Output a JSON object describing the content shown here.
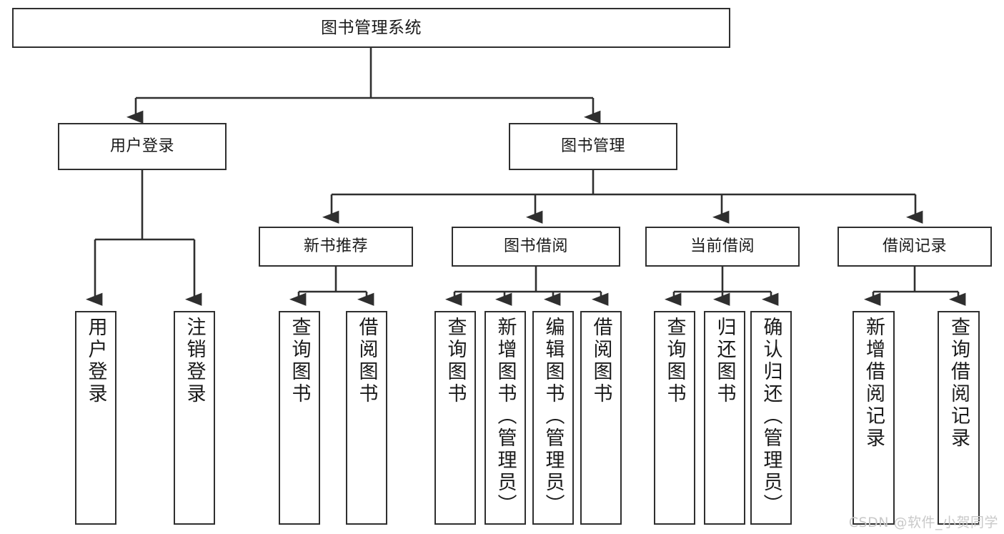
{
  "diagram": {
    "type": "tree",
    "title": "图书管理系统",
    "watermark": "CSDN @软件_小贺同学",
    "colors": {
      "stroke": "#2f2f2f",
      "box_fill": "#ffffff",
      "text": "#1a1a1a",
      "watermark": "#c9c9c9",
      "background": "#ffffff"
    },
    "nodes": {
      "root": {
        "label": "图书管理系统",
        "level": 0
      },
      "l1": [
        {
          "id": "user-login",
          "label": "用户登录",
          "level": 1
        },
        {
          "id": "book-manage",
          "label": "图书管理",
          "level": 1
        }
      ],
      "l2": [
        {
          "id": "new-book-recommend",
          "label": "新书推荐",
          "level": 2,
          "parent": "book-manage"
        },
        {
          "id": "book-borrow",
          "label": "图书借阅",
          "level": 2,
          "parent": "book-manage"
        },
        {
          "id": "current-borrow",
          "label": "当前借阅",
          "level": 2,
          "parent": "book-manage"
        },
        {
          "id": "borrow-record",
          "label": "借阅记录",
          "level": 2,
          "parent": "book-manage"
        }
      ],
      "leaves": [
        {
          "id": "leaf-user-login",
          "label": "用户登录",
          "parent": "user-login"
        },
        {
          "id": "leaf-user-logout",
          "label": "注销登录",
          "parent": "user-login"
        },
        {
          "id": "leaf-query-book-a",
          "label": "查询图书",
          "parent": "new-book-recommend"
        },
        {
          "id": "leaf-borrow-book-a",
          "label": "借阅图书",
          "parent": "new-book-recommend"
        },
        {
          "id": "leaf-query-book-b",
          "label": "查询图书",
          "parent": "book-borrow"
        },
        {
          "id": "leaf-add-book",
          "label": "新增图书（管理员）",
          "parent": "book-borrow"
        },
        {
          "id": "leaf-edit-book",
          "label": "编辑图书（管理员）",
          "parent": "book-borrow"
        },
        {
          "id": "leaf-borrow-book-b",
          "label": "借阅图书",
          "parent": "book-borrow"
        },
        {
          "id": "leaf-query-book-c",
          "label": "查询图书",
          "parent": "current-borrow"
        },
        {
          "id": "leaf-return-book",
          "label": "归还图书",
          "parent": "current-borrow"
        },
        {
          "id": "leaf-confirm-return",
          "label": "确认归还（管理员）",
          "parent": "current-borrow"
        },
        {
          "id": "leaf-add-record",
          "label": "新增借阅记录",
          "parent": "borrow-record"
        },
        {
          "id": "leaf-query-record",
          "label": "查询借阅记录",
          "parent": "borrow-record"
        }
      ]
    }
  }
}
